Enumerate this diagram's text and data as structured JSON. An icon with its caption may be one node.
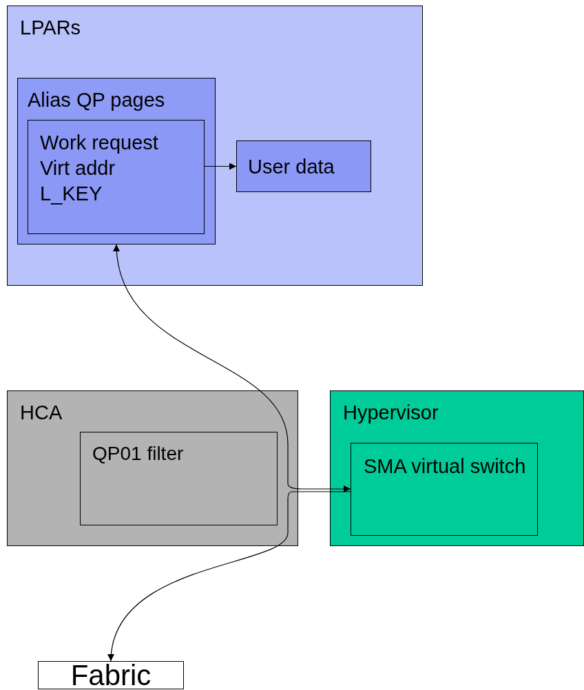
{
  "diagram": {
    "nodes": [
      {
        "text": [
          "LPARs"
        ]
      },
      {
        "text": [
          "Alias QP pages"
        ],
        "in": 0
      },
      {
        "text": [
          "Work request",
          "Virt addr",
          "L_KEY"
        ],
        "in": 1
      },
      {
        "text": [
          "User data"
        ],
        "in": 0
      },
      {
        "text": [
          "HCA"
        ]
      },
      {
        "text": [
          "QP01 filter"
        ],
        "in": 4
      },
      {
        "text": [
          "Hypervisor"
        ]
      },
      {
        "text": [
          "SMA virtual switch"
        ],
        "in": 6
      },
      {
        "text": [
          "Fabric"
        ]
      }
    ],
    "edges": [
      {
        "from": 2,
        "to": 3,
        "arrow": "to"
      },
      {
        "from": 1,
        "to": 7,
        "arrow": "both"
      },
      {
        "from": 7,
        "to": 8,
        "arrow": "to"
      }
    ]
  }
}
